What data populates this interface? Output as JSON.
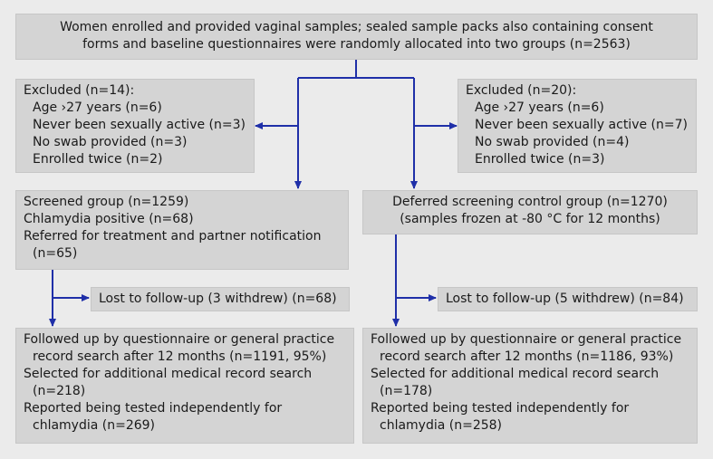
{
  "colors": {
    "arrow": "#1f2fa8",
    "box": "#d4d4d4",
    "background": "#ebebeb"
  },
  "top": {
    "line1": "Women enrolled and provided vaginal samples; sealed sample packs also containing consent",
    "line2": "forms and baseline questionnaires were randomly allocated into two groups (n=2563)"
  },
  "excluded_left": {
    "title": "Excluded (n=14):",
    "items": [
      "Age ›27 years (n=6)",
      "Never been sexually active (n=3)",
      "No swab provided (n=3)",
      "Enrolled twice (n=2)"
    ]
  },
  "excluded_right": {
    "title": "Excluded (n=20):",
    "items": [
      "Age ›27 years (n=6)",
      "Never been sexually active (n=7)",
      "No swab provided (n=4)",
      "Enrolled twice (n=3)"
    ]
  },
  "screened": {
    "line1": "Screened group (n=1259)",
    "line2": "Chlamydia positive (n=68)",
    "line3": "Referred for treatment and partner notification",
    "line4": "(n=65)"
  },
  "deferred": {
    "line1": "Deferred screening control group (n=1270)",
    "line2": "(samples frozen at -80 °C for 12 months)"
  },
  "lost_left": "Lost to follow-up (3 withdrew) (n=68)",
  "lost_right": "Lost to follow-up (5 withdrew) (n=84)",
  "followed_left": {
    "line1": "Followed up by questionnaire or general practice",
    "line2": "record search after 12 months (n=1191, 95%)",
    "line3": "Selected for additional medical record search",
    "line4": "(n=218)",
    "line5": "Reported being tested independently for",
    "line6": "chlamydia (n=269)"
  },
  "followed_right": {
    "line1": "Followed up by questionnaire or general practice",
    "line2": "record search after 12 months (n=1186, 93%)",
    "line3": "Selected for additional medical record search",
    "line4": "(n=178)",
    "line5": "Reported being tested independently for",
    "line6": "chlamydia (n=258)"
  }
}
